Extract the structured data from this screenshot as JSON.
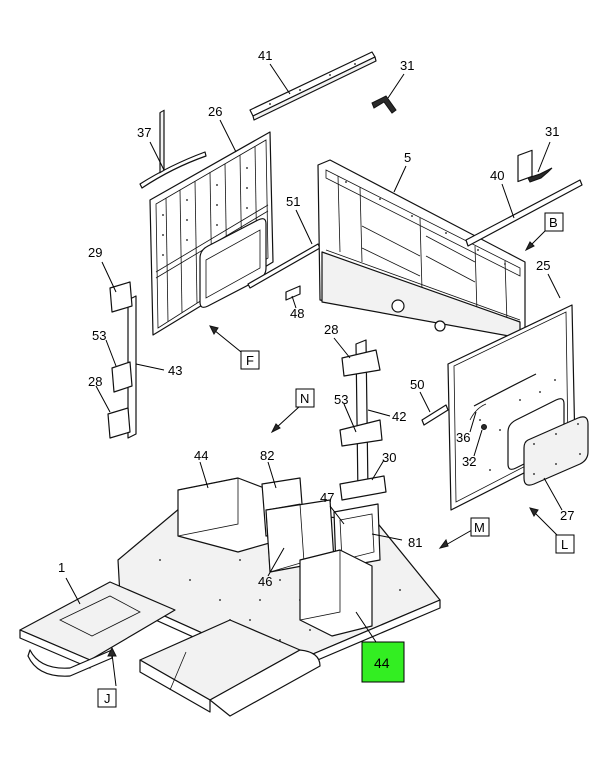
{
  "callouts": {
    "c41": "41",
    "c31a": "31",
    "c31b": "31",
    "c37": "37",
    "c26": "26",
    "c5": "5",
    "c40": "40",
    "c51": "51",
    "c29": "29",
    "c25": "25",
    "c48": "48",
    "c28a": "28",
    "c53a": "53",
    "c43": "43",
    "c28b": "28",
    "c50": "50",
    "c53b": "53",
    "c42": "42",
    "c36": "36",
    "c32": "32",
    "c30": "30",
    "c44a": "44",
    "c82": "82",
    "c47": "47",
    "c27": "27",
    "c81": "81",
    "c1": "1",
    "c46": "46"
  },
  "view_labels": {
    "B": "B",
    "F": "F",
    "N": "N",
    "M": "M",
    "L": "L",
    "J": "J"
  },
  "highlight": {
    "label": "44",
    "color": "#33ee22"
  }
}
